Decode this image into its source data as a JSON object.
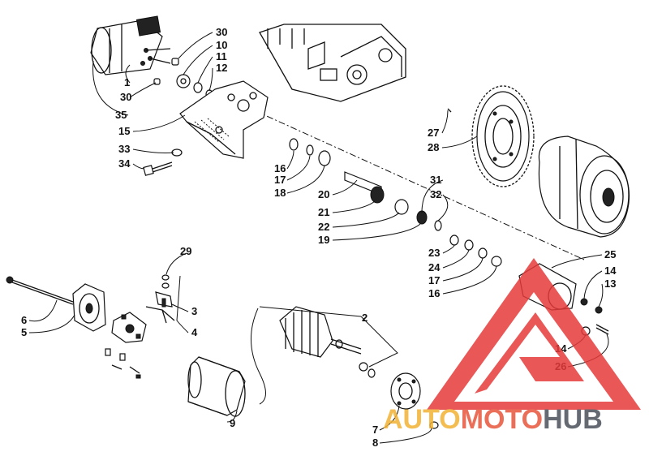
{
  "callouts": [
    {
      "id": "c30a",
      "text": "30"
    },
    {
      "id": "c10",
      "text": "10"
    },
    {
      "id": "c11",
      "text": "11"
    },
    {
      "id": "c12",
      "text": "12"
    },
    {
      "id": "c1",
      "text": "1"
    },
    {
      "id": "c30b",
      "text": "30"
    },
    {
      "id": "c35",
      "text": "35"
    },
    {
      "id": "c15",
      "text": "15"
    },
    {
      "id": "c33",
      "text": "33"
    },
    {
      "id": "c34",
      "text": "34"
    },
    {
      "id": "c27",
      "text": "27"
    },
    {
      "id": "c28",
      "text": "28"
    },
    {
      "id": "c16a",
      "text": "16"
    },
    {
      "id": "c17a",
      "text": "17"
    },
    {
      "id": "c18",
      "text": "18"
    },
    {
      "id": "c20",
      "text": "20"
    },
    {
      "id": "c21",
      "text": "21"
    },
    {
      "id": "c22",
      "text": "22"
    },
    {
      "id": "c19",
      "text": "19"
    },
    {
      "id": "c31",
      "text": "31"
    },
    {
      "id": "c32",
      "text": "32"
    },
    {
      "id": "c23",
      "text": "23"
    },
    {
      "id": "c24",
      "text": "24"
    },
    {
      "id": "c17b",
      "text": "17"
    },
    {
      "id": "c16b",
      "text": "16"
    },
    {
      "id": "c25",
      "text": "25"
    },
    {
      "id": "c14a",
      "text": "14"
    },
    {
      "id": "c13",
      "text": "13"
    },
    {
      "id": "c14b",
      "text": "14"
    },
    {
      "id": "c26",
      "text": "26"
    },
    {
      "id": "c29",
      "text": "29"
    },
    {
      "id": "c6",
      "text": "6"
    },
    {
      "id": "c5",
      "text": "5"
    },
    {
      "id": "c3",
      "text": "3"
    },
    {
      "id": "c4",
      "text": "4"
    },
    {
      "id": "c2",
      "text": "2"
    },
    {
      "id": "c9",
      "text": "9"
    },
    {
      "id": "c7",
      "text": "7"
    },
    {
      "id": "c8",
      "text": "8"
    }
  ],
  "watermark": {
    "part1": "AUTO",
    "part2": "MOTO",
    "part3": "HUB",
    "color_triangle": "#e63a3a",
    "color_auto": "#f2b233",
    "color_moto": "#e8553b",
    "color_hub": "#4a4f5a"
  }
}
